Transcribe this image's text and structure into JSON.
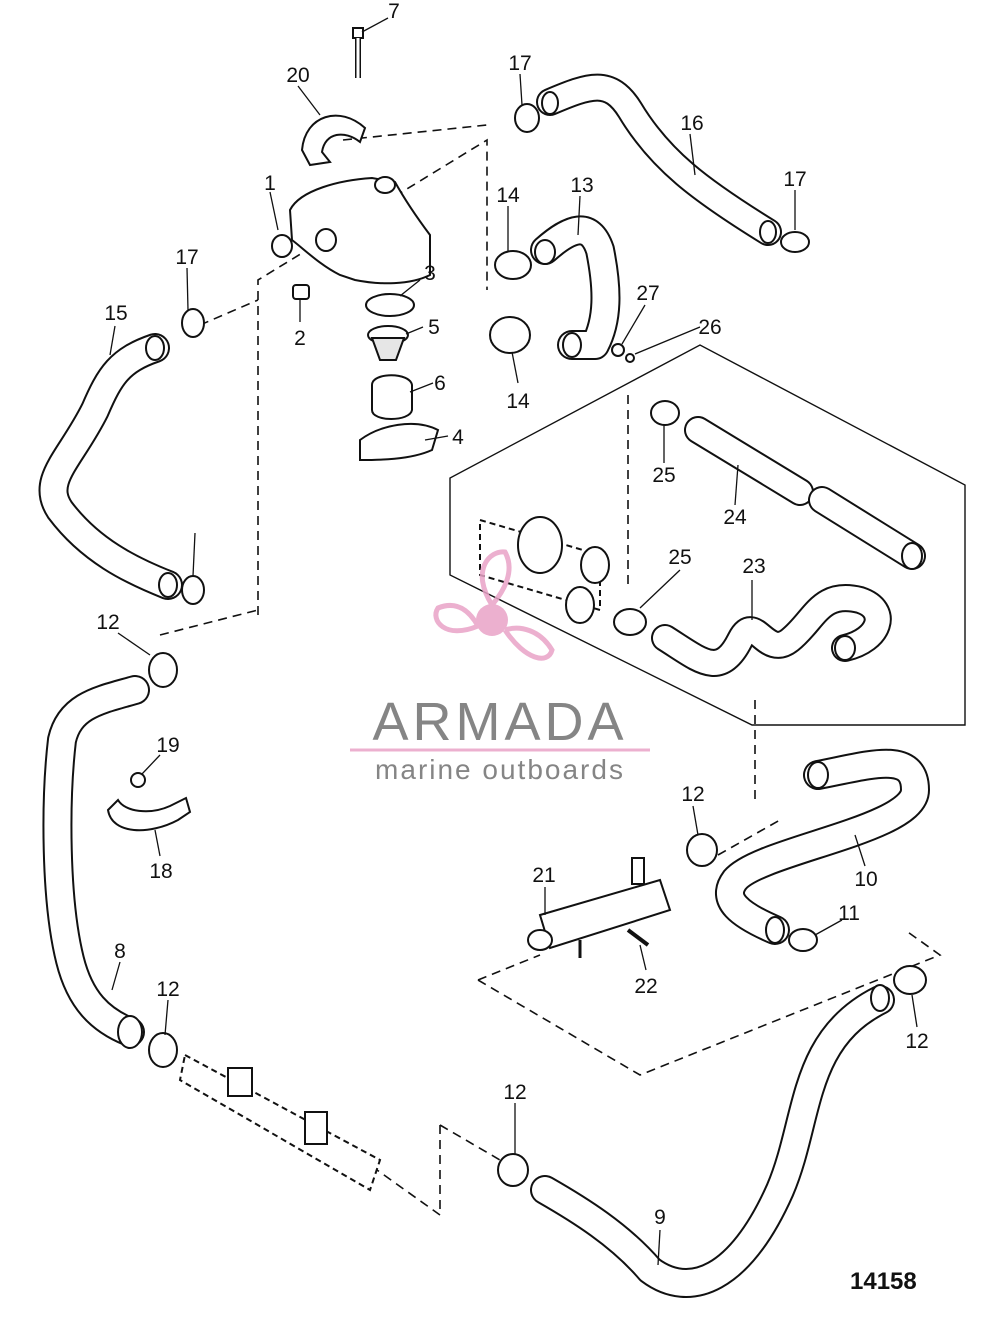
{
  "figure_id": "14158",
  "watermark": {
    "brand": "ARMADA",
    "tagline": "marine outboards",
    "colors": {
      "logo_pink": "#e9a3c7",
      "text_grey": "#707070"
    }
  },
  "callouts": {
    "c1": "1",
    "c2": "2",
    "c3": "3",
    "c4": "4",
    "c5": "5",
    "c6": "6",
    "c7": "7",
    "c8": "8",
    "c9": "9",
    "c10": "10",
    "c11": "11",
    "c12a": "12",
    "c12b": "12",
    "c12c": "12",
    "c12d": "12",
    "c12e": "12",
    "c13": "13",
    "c14a": "14",
    "c14b": "14",
    "c15": "15",
    "c16": "16",
    "c17a": "17",
    "c17b": "17",
    "c17c": "17",
    "c18": "18",
    "c19": "19",
    "c20": "20",
    "c21": "21",
    "c22": "22",
    "c23": "23",
    "c24": "24",
    "c25a": "25",
    "c25b": "25",
    "c26": "26",
    "c27": "27"
  }
}
